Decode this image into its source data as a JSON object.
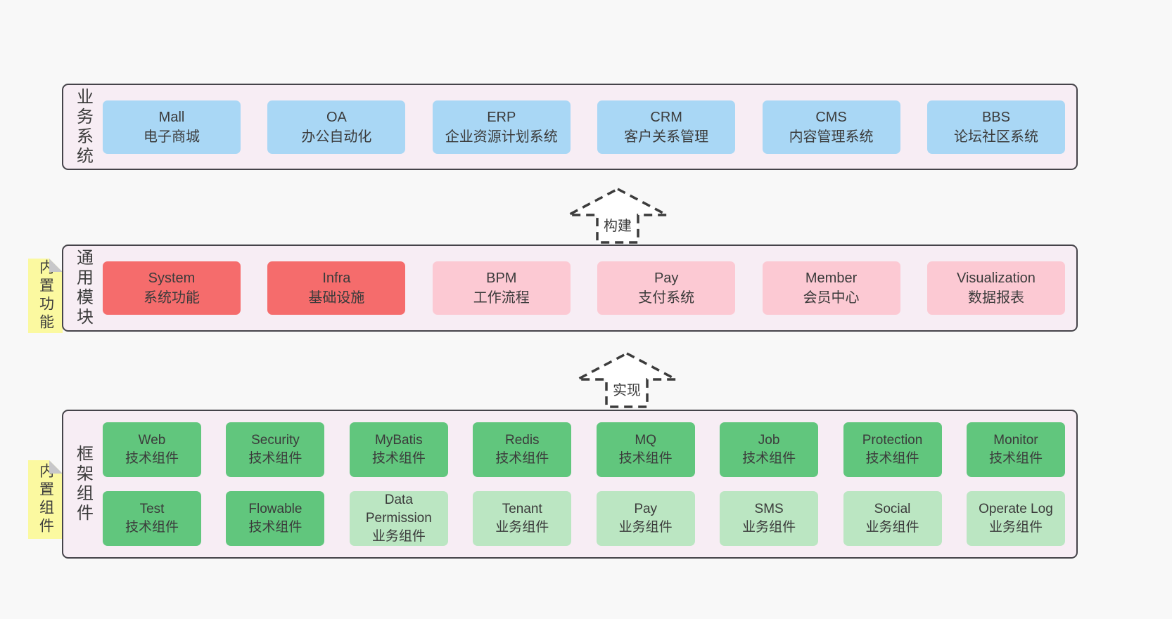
{
  "colors": {
    "page_bg": "#f8f8f8",
    "panel_bg": "#f7edf4",
    "panel_border": "#454349",
    "blue": "#a9d7f5",
    "red": "#f56c6c",
    "pink": "#fcc9d3",
    "green": "#61c67d",
    "light_green": "#bbe6c2",
    "sticky_yellow": "#fbf9a0",
    "fold_gray": "#c7c7ca",
    "text": "#3b3b3b"
  },
  "panels": {
    "business": {
      "title": "业务系统",
      "items": [
        {
          "name": "Mall",
          "desc": "电子商城",
          "type": "blue"
        },
        {
          "name": "OA",
          "desc": "办公自动化",
          "type": "blue"
        },
        {
          "name": "ERP",
          "desc": "企业资源计划系统",
          "type": "blue"
        },
        {
          "name": "CRM",
          "desc": "客户关系管理",
          "type": "blue"
        },
        {
          "name": "CMS",
          "desc": "内容管理系统",
          "type": "blue"
        },
        {
          "name": "BBS",
          "desc": "论坛社区系统",
          "type": "blue"
        }
      ]
    },
    "common": {
      "title": "通用模块",
      "sticky": "内置功能",
      "items": [
        {
          "name": "System",
          "desc": "系统功能",
          "type": "red"
        },
        {
          "name": "Infra",
          "desc": "基础设施",
          "type": "red"
        },
        {
          "name": "BPM",
          "desc": "工作流程",
          "type": "pink"
        },
        {
          "name": "Pay",
          "desc": "支付系统",
          "type": "pink"
        },
        {
          "name": "Member",
          "desc": "会员中心",
          "type": "pink"
        },
        {
          "name": "Visualization",
          "desc": "数据报表",
          "type": "pink"
        }
      ]
    },
    "framework": {
      "title": "框架组件",
      "sticky": "内置组件",
      "row1": [
        {
          "name": "Web",
          "desc": "技术组件",
          "type": "green"
        },
        {
          "name": "Security",
          "desc": "技术组件",
          "type": "green"
        },
        {
          "name": "MyBatis",
          "desc": "技术组件",
          "type": "green"
        },
        {
          "name": "Redis",
          "desc": "技术组件",
          "type": "green"
        },
        {
          "name": "MQ",
          "desc": "技术组件",
          "type": "green"
        },
        {
          "name": "Job",
          "desc": "技术组件",
          "type": "green"
        },
        {
          "name": "Protection",
          "desc": "技术组件",
          "type": "green"
        },
        {
          "name": "Monitor",
          "desc": "技术组件",
          "type": "green"
        }
      ],
      "row2": [
        {
          "name": "Test",
          "desc": "技术组件",
          "type": "green"
        },
        {
          "name": "Flowable",
          "desc": "技术组件",
          "type": "green"
        },
        {
          "name": "Data Permission",
          "desc": "业务组件",
          "type": "light-green"
        },
        {
          "name": "Tenant",
          "desc": "业务组件",
          "type": "light-green"
        },
        {
          "name": "Pay",
          "desc": "业务组件",
          "type": "light-green"
        },
        {
          "name": "SMS",
          "desc": "业务组件",
          "type": "light-green"
        },
        {
          "name": "Social",
          "desc": "业务组件",
          "type": "light-green"
        },
        {
          "name": "Operate Log",
          "desc": "业务组件",
          "type": "light-green"
        }
      ]
    }
  },
  "arrows": {
    "build": {
      "label": "构建"
    },
    "implement": {
      "label": "实现"
    }
  }
}
